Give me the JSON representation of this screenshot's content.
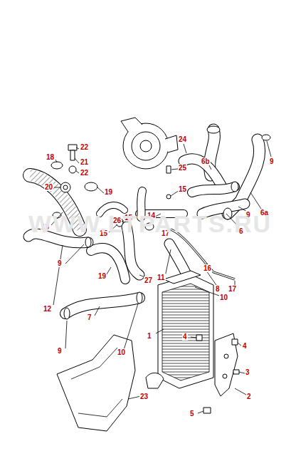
{
  "diagram": {
    "labels": [
      "22",
      "18",
      "21",
      "22",
      "20",
      "19",
      "13",
      "24",
      "6b",
      "9",
      "25",
      "15",
      "14",
      "9",
      "6a",
      "6",
      "15",
      "26",
      "17",
      "15",
      "9",
      "16",
      "17",
      "19",
      "27",
      "11",
      "8",
      "12",
      "10",
      "7",
      "1",
      "4",
      "4",
      "9",
      "10",
      "3",
      "2",
      "23",
      "5",
      "WWW.LTPARTS.RU"
    ]
  }
}
